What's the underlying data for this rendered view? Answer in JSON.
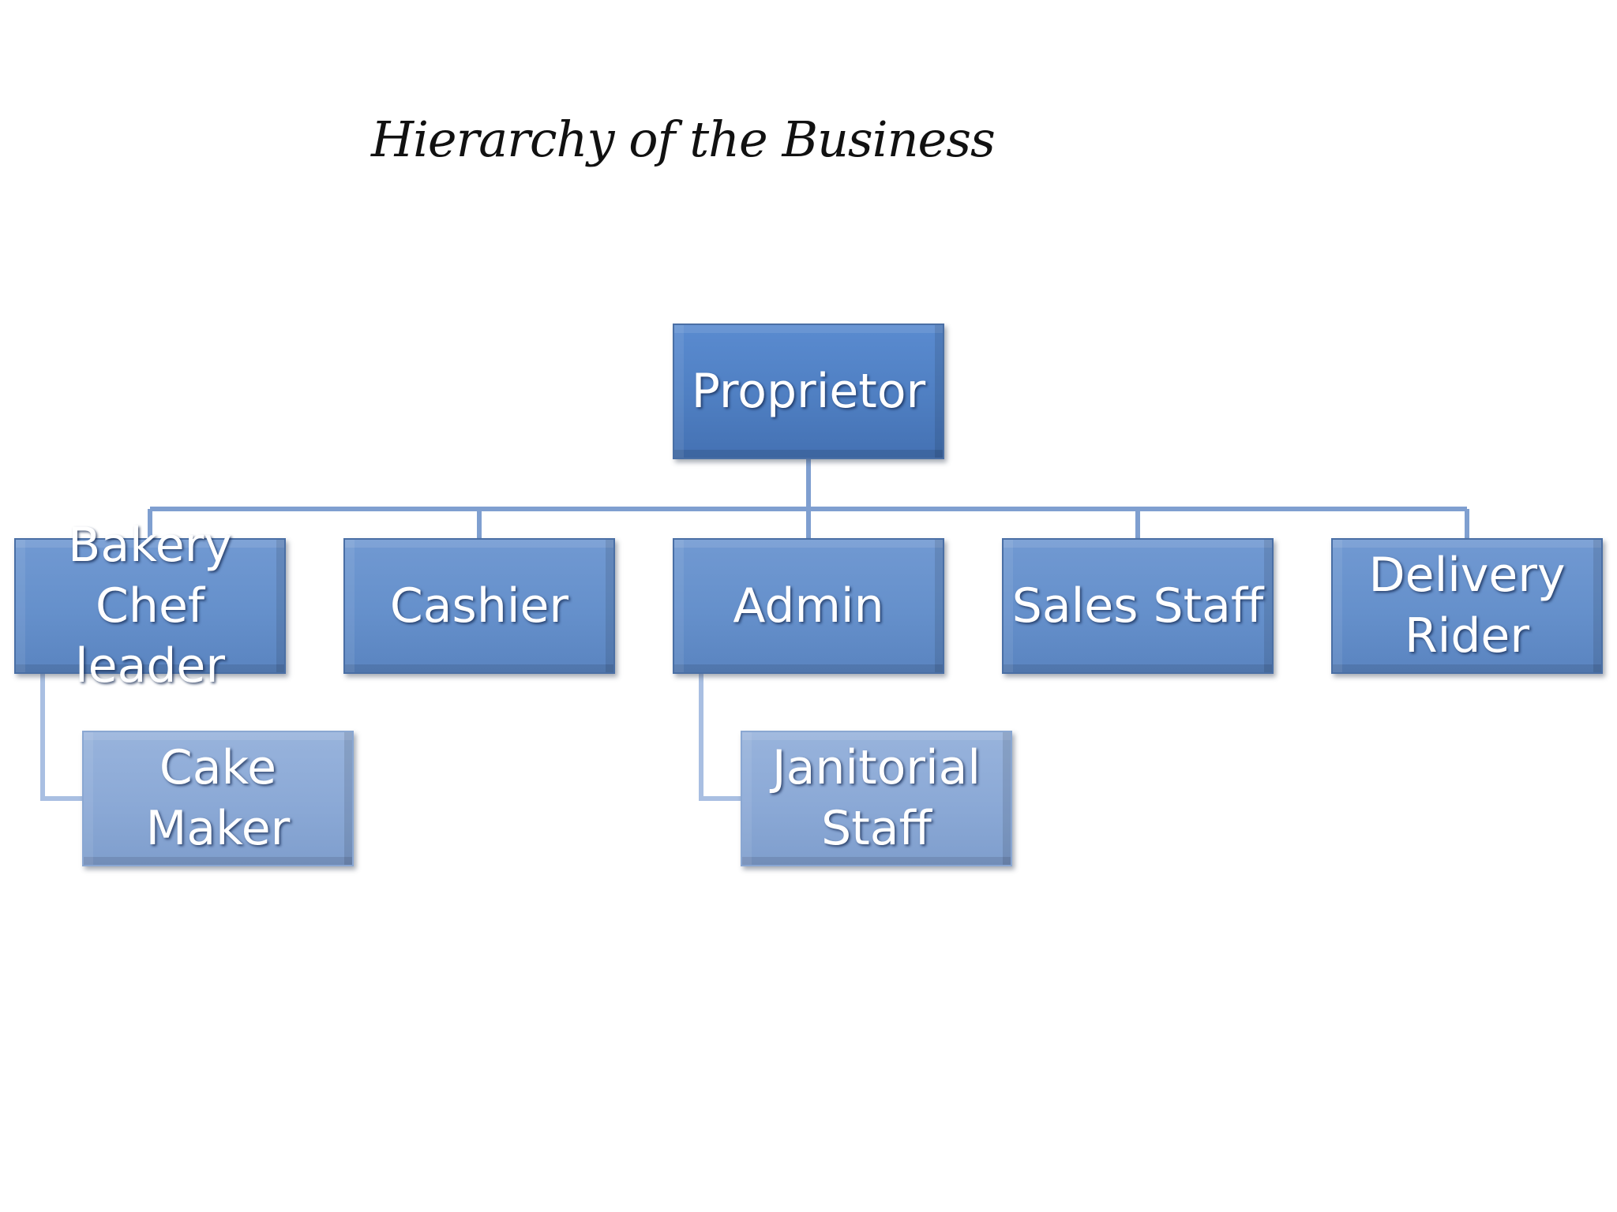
{
  "diagram": {
    "title": "Hierarchy of the Business",
    "root": "Proprietor",
    "nodes": [
      {
        "id": "proprietor",
        "label": "Proprietor",
        "parent": null,
        "level": 0
      },
      {
        "id": "bakery-chef-leader",
        "label": "Bakery\nChef leader",
        "parent": "proprietor",
        "level": 1
      },
      {
        "id": "cashier",
        "label": "Cashier",
        "parent": "proprietor",
        "level": 1
      },
      {
        "id": "admin",
        "label": "Admin",
        "parent": "proprietor",
        "level": 1
      },
      {
        "id": "sales-staff",
        "label": "Sales Staff",
        "parent": "proprietor",
        "level": 1
      },
      {
        "id": "delivery-rider",
        "label": "Delivery\nRider",
        "parent": "proprietor",
        "level": 1
      },
      {
        "id": "cake-maker",
        "label": "Cake\nMaker",
        "parent": "bakery-chef-leader",
        "level": 2
      },
      {
        "id": "janitorial-staff",
        "label": "Janitorial\nStaff",
        "parent": "admin",
        "level": 2
      }
    ],
    "colors": {
      "connector": "#7f9fd0",
      "level0": "#4f7fc2",
      "level1": "#6590cb",
      "level2": "#8ba9d6",
      "text": "#ffffff"
    }
  }
}
